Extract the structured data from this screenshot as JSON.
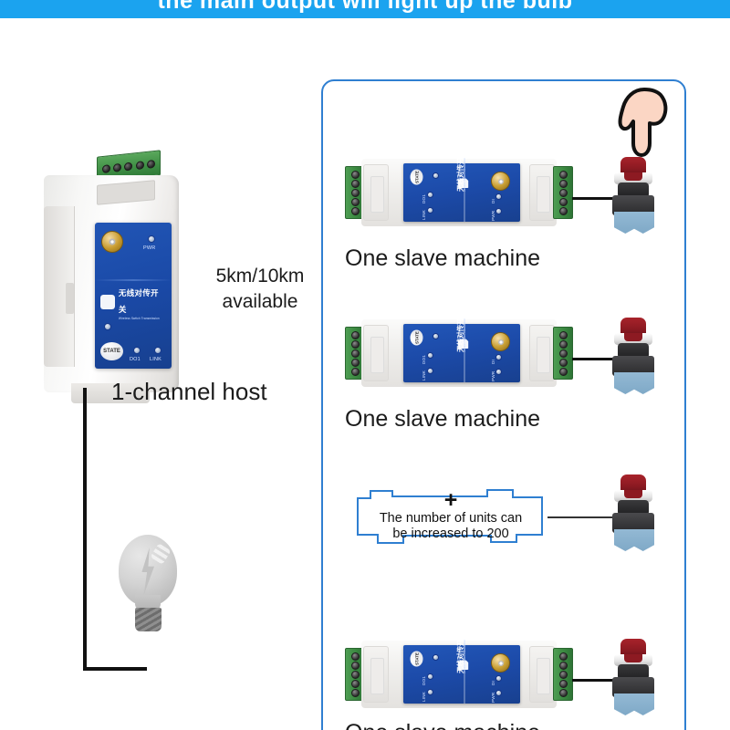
{
  "banner": {
    "text": "the main output will light up the bulb",
    "bg_color": "#1ba3ef",
    "text_color": "#ffffff"
  },
  "colors": {
    "frame_blue": "#2f7fd1",
    "panel_blue": "#1c4aa8",
    "terminal_green": "#3c8a42",
    "sma_gold": "#c9a035",
    "button_red": "#8d1a22",
    "button_base_blue": "#7fa9c7",
    "wire_black": "#111111",
    "bulb_gray": "#c2c2c2"
  },
  "host": {
    "label": "1-channel host",
    "range_label": "5km/10km\navailable",
    "range_line1": "5km/10km",
    "range_line2": "available",
    "panel": {
      "brand_cn": "无线对传开关",
      "brand_en": "Wireless Switch Transmission",
      "state_button": "STATE",
      "leds": [
        "PWR",
        "DO1",
        "LINK"
      ],
      "connector": "SMA antenna connector"
    },
    "terminal_screw_count": 5
  },
  "slaves": [
    {
      "label": "One slave machine",
      "panel": {
        "brand_cn": "无线对传开关",
        "brand_en": "Wireless Switch Transmission",
        "state_button": "STATE",
        "left_leds": [
          "DO1",
          "LINK"
        ],
        "right_leds": [
          "DI",
          "PWR"
        ]
      },
      "terminal_screw_count": 5,
      "pressed": true
    },
    {
      "label": "One slave machine",
      "panel": {
        "brand_cn": "无线对传开关",
        "brand_en": "Wireless Switch Transmission",
        "state_button": "STATE",
        "left_leds": [
          "DO1",
          "LINK"
        ],
        "right_leds": [
          "DI",
          "PWR"
        ]
      },
      "terminal_screw_count": 5,
      "pressed": false
    },
    {
      "label": "One slave machine",
      "panel": {
        "brand_cn": "无线对传开关",
        "brand_en": "Wireless Switch Transmission",
        "state_button": "STATE",
        "left_leds": [
          "DO1",
          "LINK"
        ],
        "right_leds": [
          "DI",
          "PWR"
        ]
      },
      "terminal_screw_count": 5,
      "pressed": false
    }
  ],
  "note_box": {
    "plus": "+",
    "line1": "The number of units can",
    "line2": "be increased to 200",
    "border_color": "#2f7fd1"
  },
  "bulb": {
    "state": "off",
    "icon": "light-bulb-icon"
  },
  "pointer": {
    "icon": "hand-pointing-down-icon",
    "skin_color": "#fbd6c4"
  }
}
